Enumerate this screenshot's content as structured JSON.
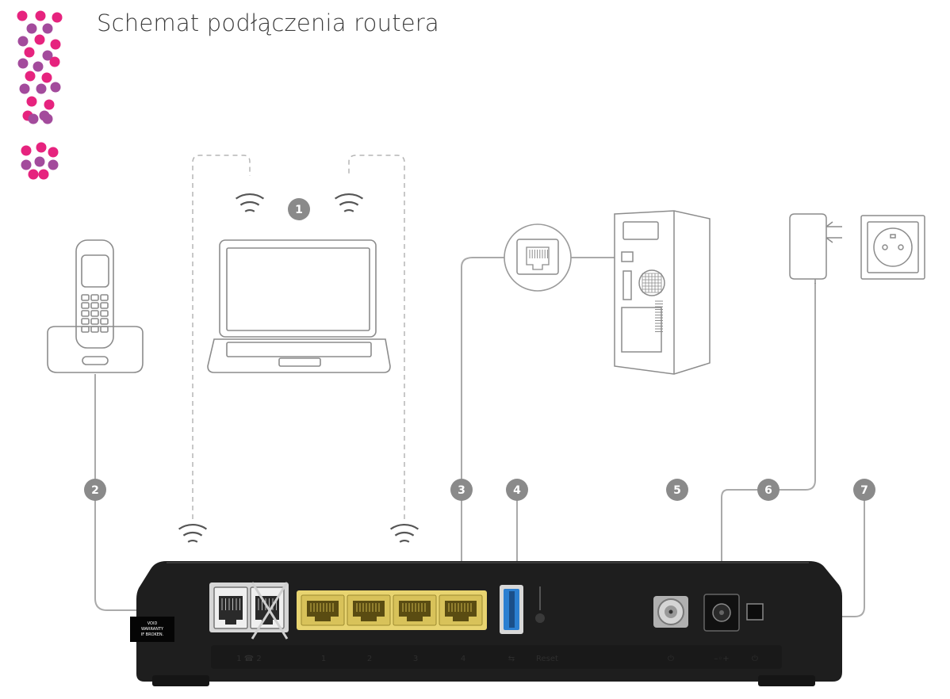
{
  "title": "Schemat podłączenia routera",
  "colors": {
    "badge": "#8a8a8a",
    "line": "#aaaaaa",
    "outline": "#9a9a9a",
    "router_body": "#1e1e1e",
    "lan_ports": "#e8d470",
    "usb": "#2b7fd1",
    "logo_dots": [
      "#e6237e",
      "#00a8e4",
      "#4cc3a8",
      "#a34b9c",
      "#6b5fb5",
      "#1f6db3"
    ]
  },
  "icons": [
    "phone-icon",
    "laptop-icon",
    "wifi-icon",
    "ethernet-icon",
    "pc-tower-icon",
    "power-adapter-icon",
    "wall-socket-icon",
    "router-icon"
  ],
  "badges": [
    "1",
    "2",
    "3",
    "4",
    "5",
    "6",
    "7"
  ],
  "sticker": {
    "line1": "VOID",
    "line2": "WARRANTY",
    "line3": "IF BROKEN."
  },
  "port_labels": {
    "tel": "1 ☎ 2",
    "lan1": "1",
    "lan2": "2",
    "lan3": "3",
    "lan4": "4",
    "usb": "⇆",
    "reset": "Reset",
    "power_btn": "⏻",
    "dc_in": "–◦+",
    "aux": "⏻"
  }
}
